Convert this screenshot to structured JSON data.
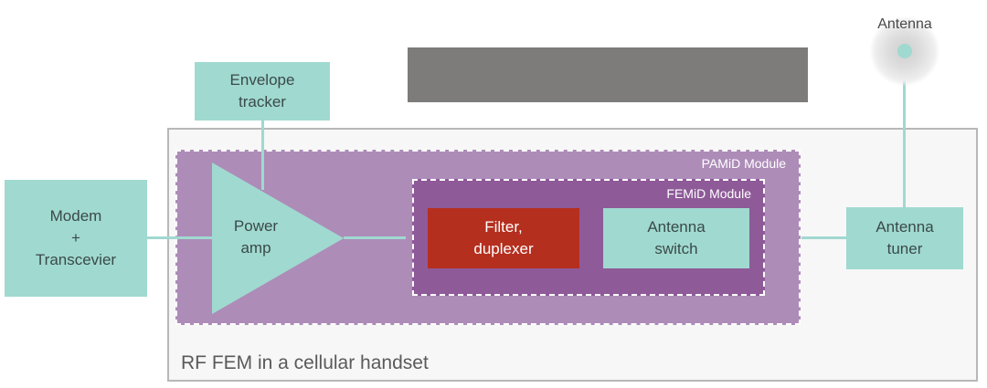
{
  "handset": {
    "label": "RF FEM in a cellular handset"
  },
  "pamid": {
    "label": "PAMiD Module"
  },
  "femid": {
    "label": "FEMiD Module"
  },
  "blocks": {
    "modem": "Modem\n+\nTranscevier",
    "envelope": "Envelope\ntracker",
    "power_amp": "Power\namp",
    "filter": "Filter,\nduplexer",
    "antenna_switch": "Antenna\nswitch",
    "antenna_tuner": "Antenna\ntuner"
  },
  "antenna": {
    "label": "Antenna"
  },
  "colors": {
    "teal": "#a0d9d0",
    "pamid": "#ad8cb8",
    "femid": "#8e5a98",
    "filter": "#b52f1f",
    "bar": "#7e7b7b"
  }
}
